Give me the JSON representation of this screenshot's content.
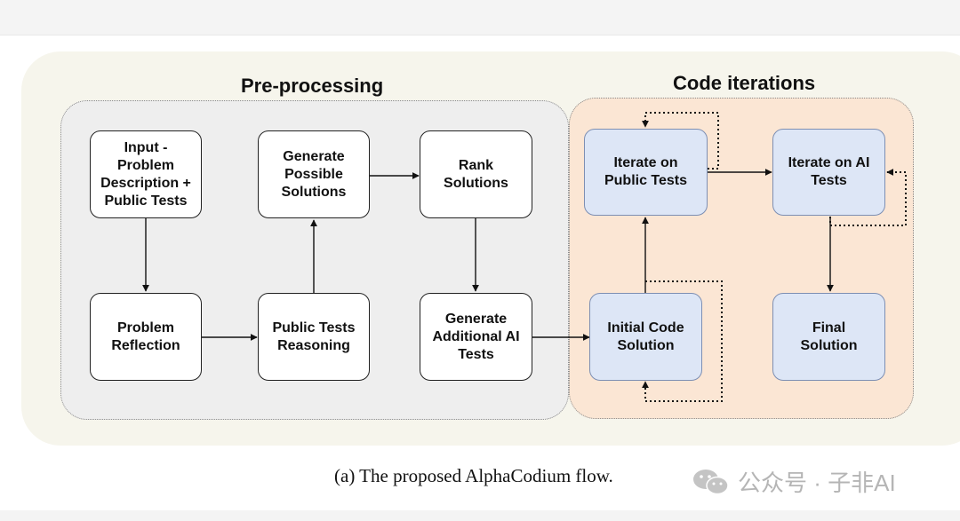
{
  "sections": {
    "preprocessing_title": "Pre-processing",
    "code_iterations_title": "Code iterations"
  },
  "nodes": {
    "input": "Input -\nProblem\nDescription +\nPublic Tests",
    "reflection": "Problem\nReflection",
    "generate_solutions": "Generate\nPossible\nSolutions",
    "public_tests_reasoning": "Public Tests\nReasoning",
    "rank": "Rank\nSolutions",
    "generate_ai_tests": "Generate\nAdditional AI\nTests",
    "iterate_public": "Iterate on\nPublic Tests",
    "iterate_ai": "Iterate on AI\nTests",
    "initial_code": "Initial Code\nSolution",
    "final": "Final\nSolution"
  },
  "caption": "(a) The proposed AlphaCodium flow.",
  "watermark": "公众号 · 子非AI",
  "colors": {
    "outer_panel": "#f6f5ec",
    "preprocessing_region": "#eeeeee",
    "code_region": "#fbe6d4",
    "blue_box": "#dde6f6",
    "white_box": "#ffffff"
  }
}
